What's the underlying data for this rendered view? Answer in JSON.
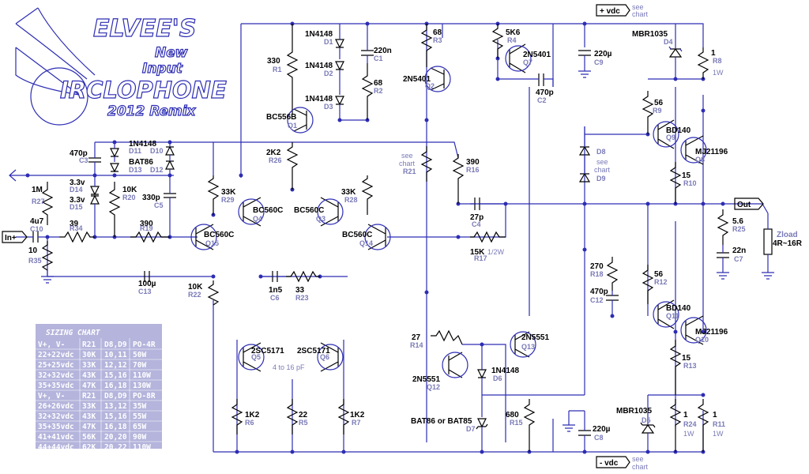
{
  "title": {
    "brand": "ELVEE'S",
    "line2": "New",
    "line3": "Input",
    "product": "IRCLOPHONE",
    "remix": "2012 Remix"
  },
  "io": {
    "input": "In+",
    "output": "Out",
    "vplus": "+ vdc",
    "vminus": "- vdc",
    "see_chart": "see\nchart",
    "load": "Zload",
    "load_range": "4R~16R"
  },
  "components": [
    {
      "id": "R27",
      "value": "1M"
    },
    {
      "id": "C10",
      "value": "4u7"
    },
    {
      "id": "R35",
      "value": "10"
    },
    {
      "id": "R34",
      "value": "39"
    },
    {
      "id": "R19",
      "value": "390"
    },
    {
      "id": "C3",
      "value": "470p"
    },
    {
      "id": "D11",
      "value": "1N4148"
    },
    {
      "id": "D10",
      "value": ""
    },
    {
      "id": "D13",
      "value": "BAT86"
    },
    {
      "id": "D12",
      "value": ""
    },
    {
      "id": "D14",
      "value": "3.3v"
    },
    {
      "id": "D15",
      "value": "3.3v"
    },
    {
      "id": "R20",
      "value": "10K"
    },
    {
      "id": "C5",
      "value": "330p"
    },
    {
      "id": "C13",
      "value": "100µ"
    },
    {
      "id": "R22",
      "value": "10K"
    },
    {
      "id": "Q15",
      "value": "BC560C"
    },
    {
      "id": "R29",
      "value": "33K"
    },
    {
      "id": "Q4",
      "value": "BC560C"
    },
    {
      "id": "Q3",
      "value": "BC560C"
    },
    {
      "id": "R28",
      "value": "33K"
    },
    {
      "id": "Q14",
      "value": "BC560C"
    },
    {
      "id": "R26",
      "value": "2K2"
    },
    {
      "id": "Q1",
      "value": "BC556B"
    },
    {
      "id": "R1",
      "value": "330"
    },
    {
      "id": "D1",
      "value": "1N4148"
    },
    {
      "id": "D2",
      "value": "1N4148"
    },
    {
      "id": "D3",
      "value": "1N4148"
    },
    {
      "id": "C1",
      "value": "220n"
    },
    {
      "id": "R2",
      "value": "68"
    },
    {
      "id": "R3",
      "value": "68"
    },
    {
      "id": "Q2",
      "value": "2N5401"
    },
    {
      "id": "R4",
      "value": "5K6"
    },
    {
      "id": "Q7",
      "value": "2N5401"
    },
    {
      "id": "C2",
      "value": "470p"
    },
    {
      "id": "C9",
      "value": "220µ"
    },
    {
      "id": "D4",
      "value": "MBR1035"
    },
    {
      "id": "R8",
      "value": "1"
    },
    {
      "id": "R9",
      "value": "56"
    },
    {
      "id": "Q9",
      "value": "BD140"
    },
    {
      "id": "Q8",
      "value": "MJ21196"
    },
    {
      "id": "R10",
      "value": "15"
    },
    {
      "id": "D8",
      "value": ""
    },
    {
      "id": "D9",
      "value": ""
    },
    {
      "id": "R21",
      "value": ""
    },
    {
      "id": "R16",
      "value": "390"
    },
    {
      "id": "C4",
      "value": "27p"
    },
    {
      "id": "R17",
      "value": "15K"
    },
    {
      "id": "R25",
      "value": "5.6"
    },
    {
      "id": "C7",
      "value": "22n"
    },
    {
      "id": "R18",
      "value": "270"
    },
    {
      "id": "C12",
      "value": "470p"
    },
    {
      "id": "R12",
      "value": "56"
    },
    {
      "id": "Q11",
      "value": "BD140"
    },
    {
      "id": "Q10",
      "value": "MJ21196"
    },
    {
      "id": "R13",
      "value": "15"
    },
    {
      "id": "C6",
      "value": "1n5"
    },
    {
      "id": "R23",
      "value": "33"
    },
    {
      "id": "Q5",
      "value": "2SC5171"
    },
    {
      "id": "Q6",
      "value": "2SC5171"
    },
    {
      "id": "R6",
      "value": "1K2"
    },
    {
      "id": "R5",
      "value": "22"
    },
    {
      "id": "R7",
      "value": "1K2"
    },
    {
      "id": "R14",
      "value": "27"
    },
    {
      "id": "Q12",
      "value": "2N5551"
    },
    {
      "id": "Q13",
      "value": "2N5551"
    },
    {
      "id": "D6",
      "value": "1N4148"
    },
    {
      "id": "D7",
      "value": "BAT86 or BAT85"
    },
    {
      "id": "R15",
      "value": "680"
    },
    {
      "id": "C8",
      "value": "220µ"
    },
    {
      "id": "D5",
      "value": "MBR1035"
    },
    {
      "id": "R24",
      "value": "1"
    },
    {
      "id": "R11",
      "value": "1"
    }
  ],
  "notes": {
    "r24_w": "1W",
    "r11_w": "1W",
    "r8_w": "1W",
    "r17_w": "1/2W",
    "q5q6_cap": "4 to 16 pF"
  },
  "sizing_chart": {
    "title": "SIZING CHART",
    "header1": [
      "V+, V-",
      "R21",
      "D8,D9",
      "PO-4R"
    ],
    "rows1": [
      [
        "22+22vdc",
        "30K",
        "10,11",
        "50W"
      ],
      [
        "25+25vdc",
        "33K",
        "12,12",
        "70W"
      ],
      [
        "32+32vdc",
        "43K",
        "15,16",
        "110W"
      ],
      [
        "35+35vdc",
        "47K",
        "16,18",
        "130W"
      ]
    ],
    "header2": [
      "V+, V-",
      "R21",
      "D8,D9",
      "PO-8R"
    ],
    "rows2": [
      [
        "26+26vdc",
        "33K",
        "13,12",
        "35W"
      ],
      [
        "32+32vdc",
        "43K",
        "15,16",
        "55W"
      ],
      [
        "35+35vdc",
        "47K",
        "16,18",
        "65W"
      ],
      [
        "41+41vdc",
        "56K",
        "20,20",
        "90W"
      ],
      [
        "44+44vdc",
        "62K",
        "20,22",
        "110W"
      ]
    ]
  }
}
